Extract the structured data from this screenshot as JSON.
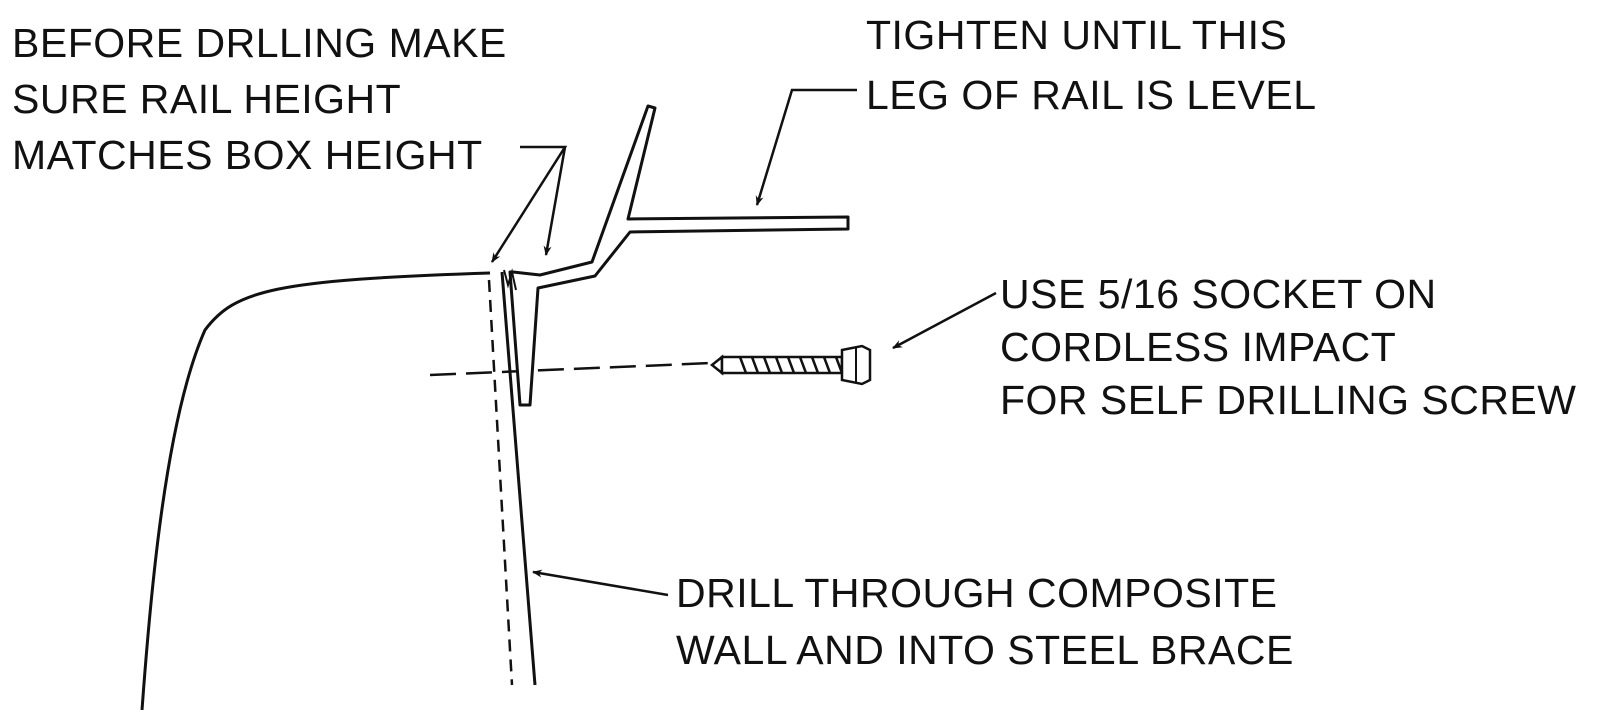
{
  "callouts": {
    "rail_height": {
      "lines": [
        "BEFORE DRLLING MAKE",
        "SURE RAIL HEIGHT",
        "MATCHES BOX HEIGHT"
      ]
    },
    "tighten": {
      "lines": [
        "TIGHTEN UNTIL THIS",
        "LEG OF RAIL IS LEVEL"
      ]
    },
    "socket": {
      "lines": [
        "USE 5/16 SOCKET ON",
        "CORDLESS IMPACT",
        "FOR SELF DRILLING SCREW"
      ]
    },
    "drill": {
      "lines": [
        "DRILL THROUGH COMPOSITE",
        "WALL AND INTO STEEL BRACE"
      ]
    }
  },
  "colors": {
    "ink": "#111111",
    "background": "#ffffff"
  }
}
